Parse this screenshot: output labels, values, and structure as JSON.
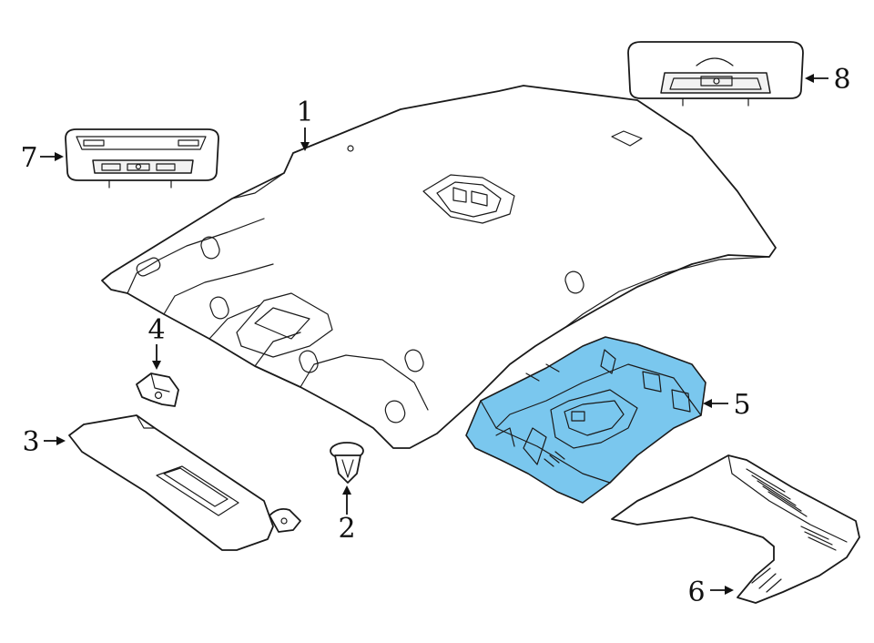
{
  "colors": {
    "highlight_fill": "#7ac7ee",
    "line": "#1a1a1a",
    "background": "#ffffff"
  },
  "callouts": [
    {
      "label": "1",
      "part": "headliner"
    },
    {
      "label": "2",
      "part": "retainer-clip"
    },
    {
      "label": "3",
      "part": "sun-visor"
    },
    {
      "label": "4",
      "part": "visor-bracket"
    },
    {
      "label": "5",
      "part": "overhead-console-bracket"
    },
    {
      "label": "6",
      "part": "console-trim-panel"
    },
    {
      "label": "7",
      "part": "front-dome-lamp"
    },
    {
      "label": "8",
      "part": "rear-dome-lamp"
    }
  ]
}
